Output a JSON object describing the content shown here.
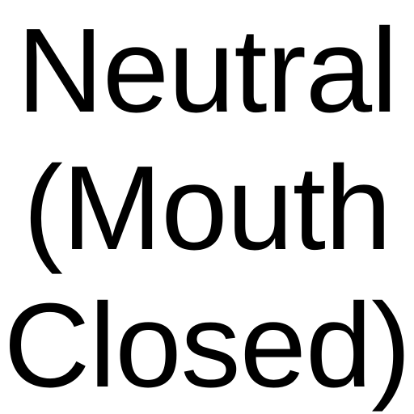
{
  "label": {
    "line1": "Neutral",
    "line2": "(Mouth",
    "line3": "Closed)"
  },
  "colors": {
    "background": "#ffffff",
    "text": "#000000"
  }
}
